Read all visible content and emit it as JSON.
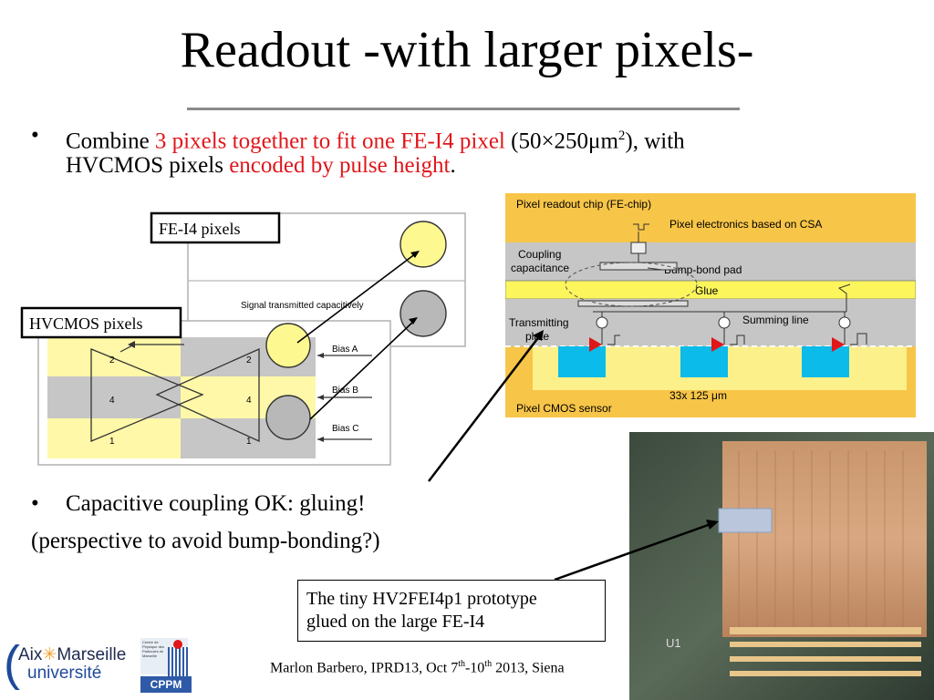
{
  "slide": {
    "title": "Readout -with larger pixels-",
    "bullet1": {
      "prefix": "Combine ",
      "highlight1": "3 pixels together to fit one FE-I4 pixel",
      "middle": " (50×250μm",
      "sup": "2",
      "suffix": "), with",
      "line2_prefix": "HVCMOS pixels ",
      "highlight2": "encoded by pulse height",
      "line2_suffix": "."
    },
    "bullet2": "Capacitive coupling OK: gluing!",
    "bullet2_sub": "(perspective to avoid bump-bonding?)",
    "caption_line1": "The tiny HV2FEI4p1 prototype",
    "caption_line2": "glued on the large FE-I4",
    "footer": {
      "prefix": "Marlon Barbero, IPRD13, Oct 7",
      "sup1": "th",
      "mid": "-10",
      "sup2": "th",
      "suffix": " 2013, Siena"
    }
  },
  "diagram_left": {
    "fe_label": "FE-I4 pixels",
    "hv_label": "HVCMOS pixels",
    "signal_label": "Signal transmitted capacitively",
    "bias_a": "Bias A",
    "bias_b": "Bias B",
    "bias_c": "Bias C",
    "n2a": "2",
    "n2b": "2",
    "n4a": "4",
    "n4b": "4",
    "n1a": "1",
    "n1b": "1"
  },
  "diagram_right": {
    "readout_chip": "Pixel readout chip (FE-chip)",
    "electronics": "Pixel electronics based on CSA",
    "coupling1": "Coupling",
    "coupling2": "capacitance",
    "bump_pad": "Bump-bond pad",
    "glue": "Glue",
    "transmitting1": "Transmitting",
    "transmitting2": "plate",
    "summing": "Summing line",
    "size": "33x 125 μm",
    "sensor": "Pixel CMOS sensor"
  },
  "photo": {
    "u1": "U1"
  },
  "logos": {
    "aix1": "Aix",
    "aix2": "Marseille",
    "univ": "université",
    "cppm": "CPPM",
    "centre": "Centre de Physique des Particules de Marseille"
  },
  "colors": {
    "highlight_red": "#e0161b",
    "diagram_yellow": "#fef8a8",
    "diagram_gray": "#c6c6c6",
    "chip_orange": "#f7c548",
    "cyan": "#0bbbe9",
    "aix_blue": "#1f4a9a"
  }
}
